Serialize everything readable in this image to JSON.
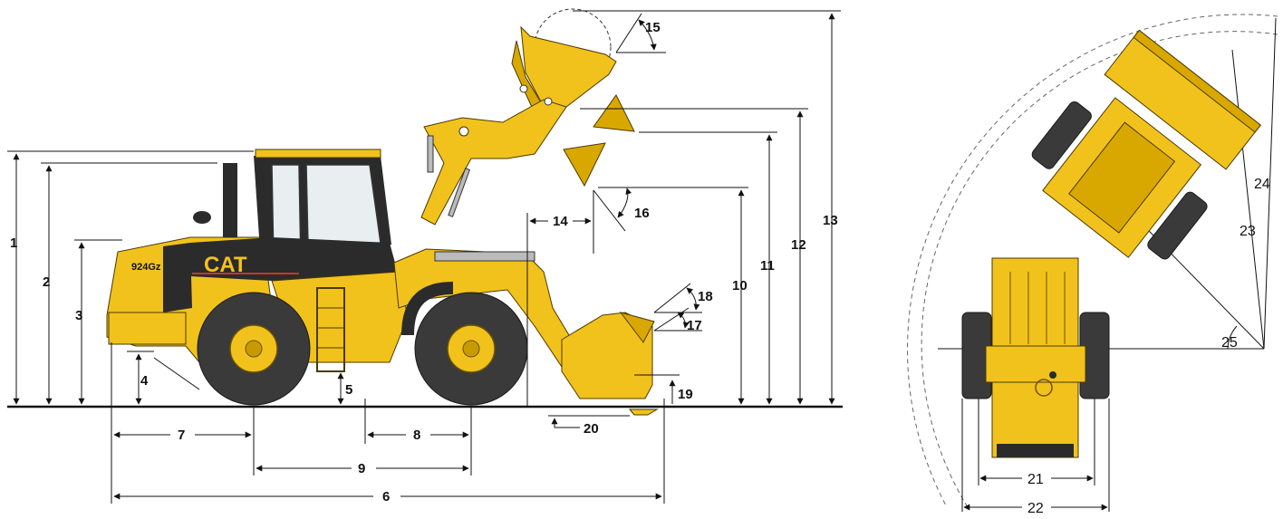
{
  "side_view": {
    "model_badge": "924Gz",
    "brand_logo": "CAT",
    "dimension_labels": [
      "1",
      "2",
      "3",
      "4",
      "5",
      "6",
      "7",
      "8",
      "9",
      "10",
      "11",
      "12",
      "13",
      "14",
      "15",
      "16",
      "17",
      "18",
      "19",
      "20"
    ]
  },
  "top_view": {
    "dimension_labels": [
      "21",
      "22",
      "23",
      "24",
      "25"
    ]
  },
  "colors": {
    "machine_yellow": "#F2C21C",
    "machine_black": "#2b2b2b",
    "line": "#111111"
  }
}
